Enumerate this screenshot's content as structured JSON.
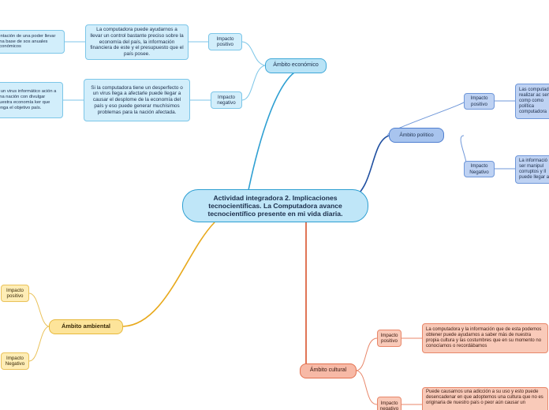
{
  "central": {
    "title": "Actividad integradora 2. Implicaciones tecnocientíficas. La Computadora avance tecnocientífico presente en mi vida diaria."
  },
  "economico": {
    "label": "Ámbito económico",
    "impacto_positivo": "Impacto positivo",
    "impacto_negativo": "Impacto negativo",
    "positivo_text": "La computadora puede ayudarnos a llevar un control bastante preciso sobre la economía del país, la información financiera de este y el presupuesto que el país posee.",
    "negativo_text": "Si la computadora tiene un desperfecto o un virus llega a afectarle puede llegar a causar el desplome de la economía del país y eso puede generar muchísimos problemas para la nación afectada.",
    "left_clip_1": "ientación de una poder llevar una base de sos anuales económicos",
    "left_clip_2": "e un virus informático ación a una nación con divulgar nuestra economía ker que tenga el objetivo país."
  },
  "politico": {
    "label": "Ámbito político",
    "impacto_positivo": "Impacto positivo",
    "impacto_negativo": "Impacto Negativo",
    "right_clip_1": "Las computado de realizar ac sencillo comp como política computadora",
    "right_clip_2": "La informació a ser manipul corruptos y ll puede llegar a"
  },
  "ambiental": {
    "label": "Ámbito ambiental",
    "impacto_positivo": "Impacto positivo",
    "impacto_negativo": "Impacto Negativo"
  },
  "cultural": {
    "label": "Ámbito cultural",
    "impacto_positivo": "Impacto positivo",
    "impacto_negativo": "Impacto negativo",
    "positivo_text": "La computadora y la información que de esta podemos obtener puede ayudarnos a saber más de nuestra propia cultura y las costumbres que en su momento no conocíamos o recordábamos",
    "negativo_text": "Puede causarnos una adicción a su uso y esto puede desencadenar en que adoptemos una cultura que no es originaria de nuestro país o peor aún causar un"
  },
  "colors": {
    "economico_line": "#2d9fd2",
    "politico_line": "#1f4fa0",
    "ambiental_line": "#e8a91c",
    "cultural_line": "#d9532c",
    "leaf_blue_line": "#7cc6e8",
    "leaf_navy_line": "#6f97d9",
    "leaf_yellow_line": "#eac25a",
    "leaf_orange_line": "#e8876a"
  }
}
